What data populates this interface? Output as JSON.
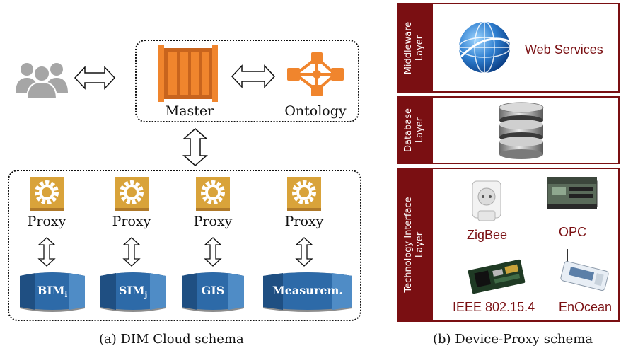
{
  "left": {
    "master_label": "Master",
    "ontology_label": "Ontology",
    "proxy_label": "Proxy",
    "databases": [
      {
        "name": "BIM",
        "sub": "i"
      },
      {
        "name": "SIM",
        "sub": "j"
      },
      {
        "name": "GIS",
        "sub": ""
      },
      {
        "name": "Measurem.",
        "sub": ""
      }
    ],
    "caption": "(a) DIM Cloud schema",
    "colors": {
      "orange": "#f0852d",
      "gold": "#d9a33a",
      "blue": "#2d6aa8",
      "grey": "#a6a6a6"
    }
  },
  "right": {
    "layers": [
      {
        "title": "Middleware\nLayer"
      },
      {
        "title": "Database\nLayer"
      },
      {
        "title": "Technology Interface\nLayer"
      }
    ],
    "web_services": "Web Services",
    "devices": [
      "ZigBee",
      "OPC",
      "IEEE 802.15.4",
      "EnOcean"
    ],
    "caption": "(b) Device-Proxy schema",
    "colors": {
      "maroon": "#7a0f12",
      "text": "#7a0f12"
    }
  }
}
